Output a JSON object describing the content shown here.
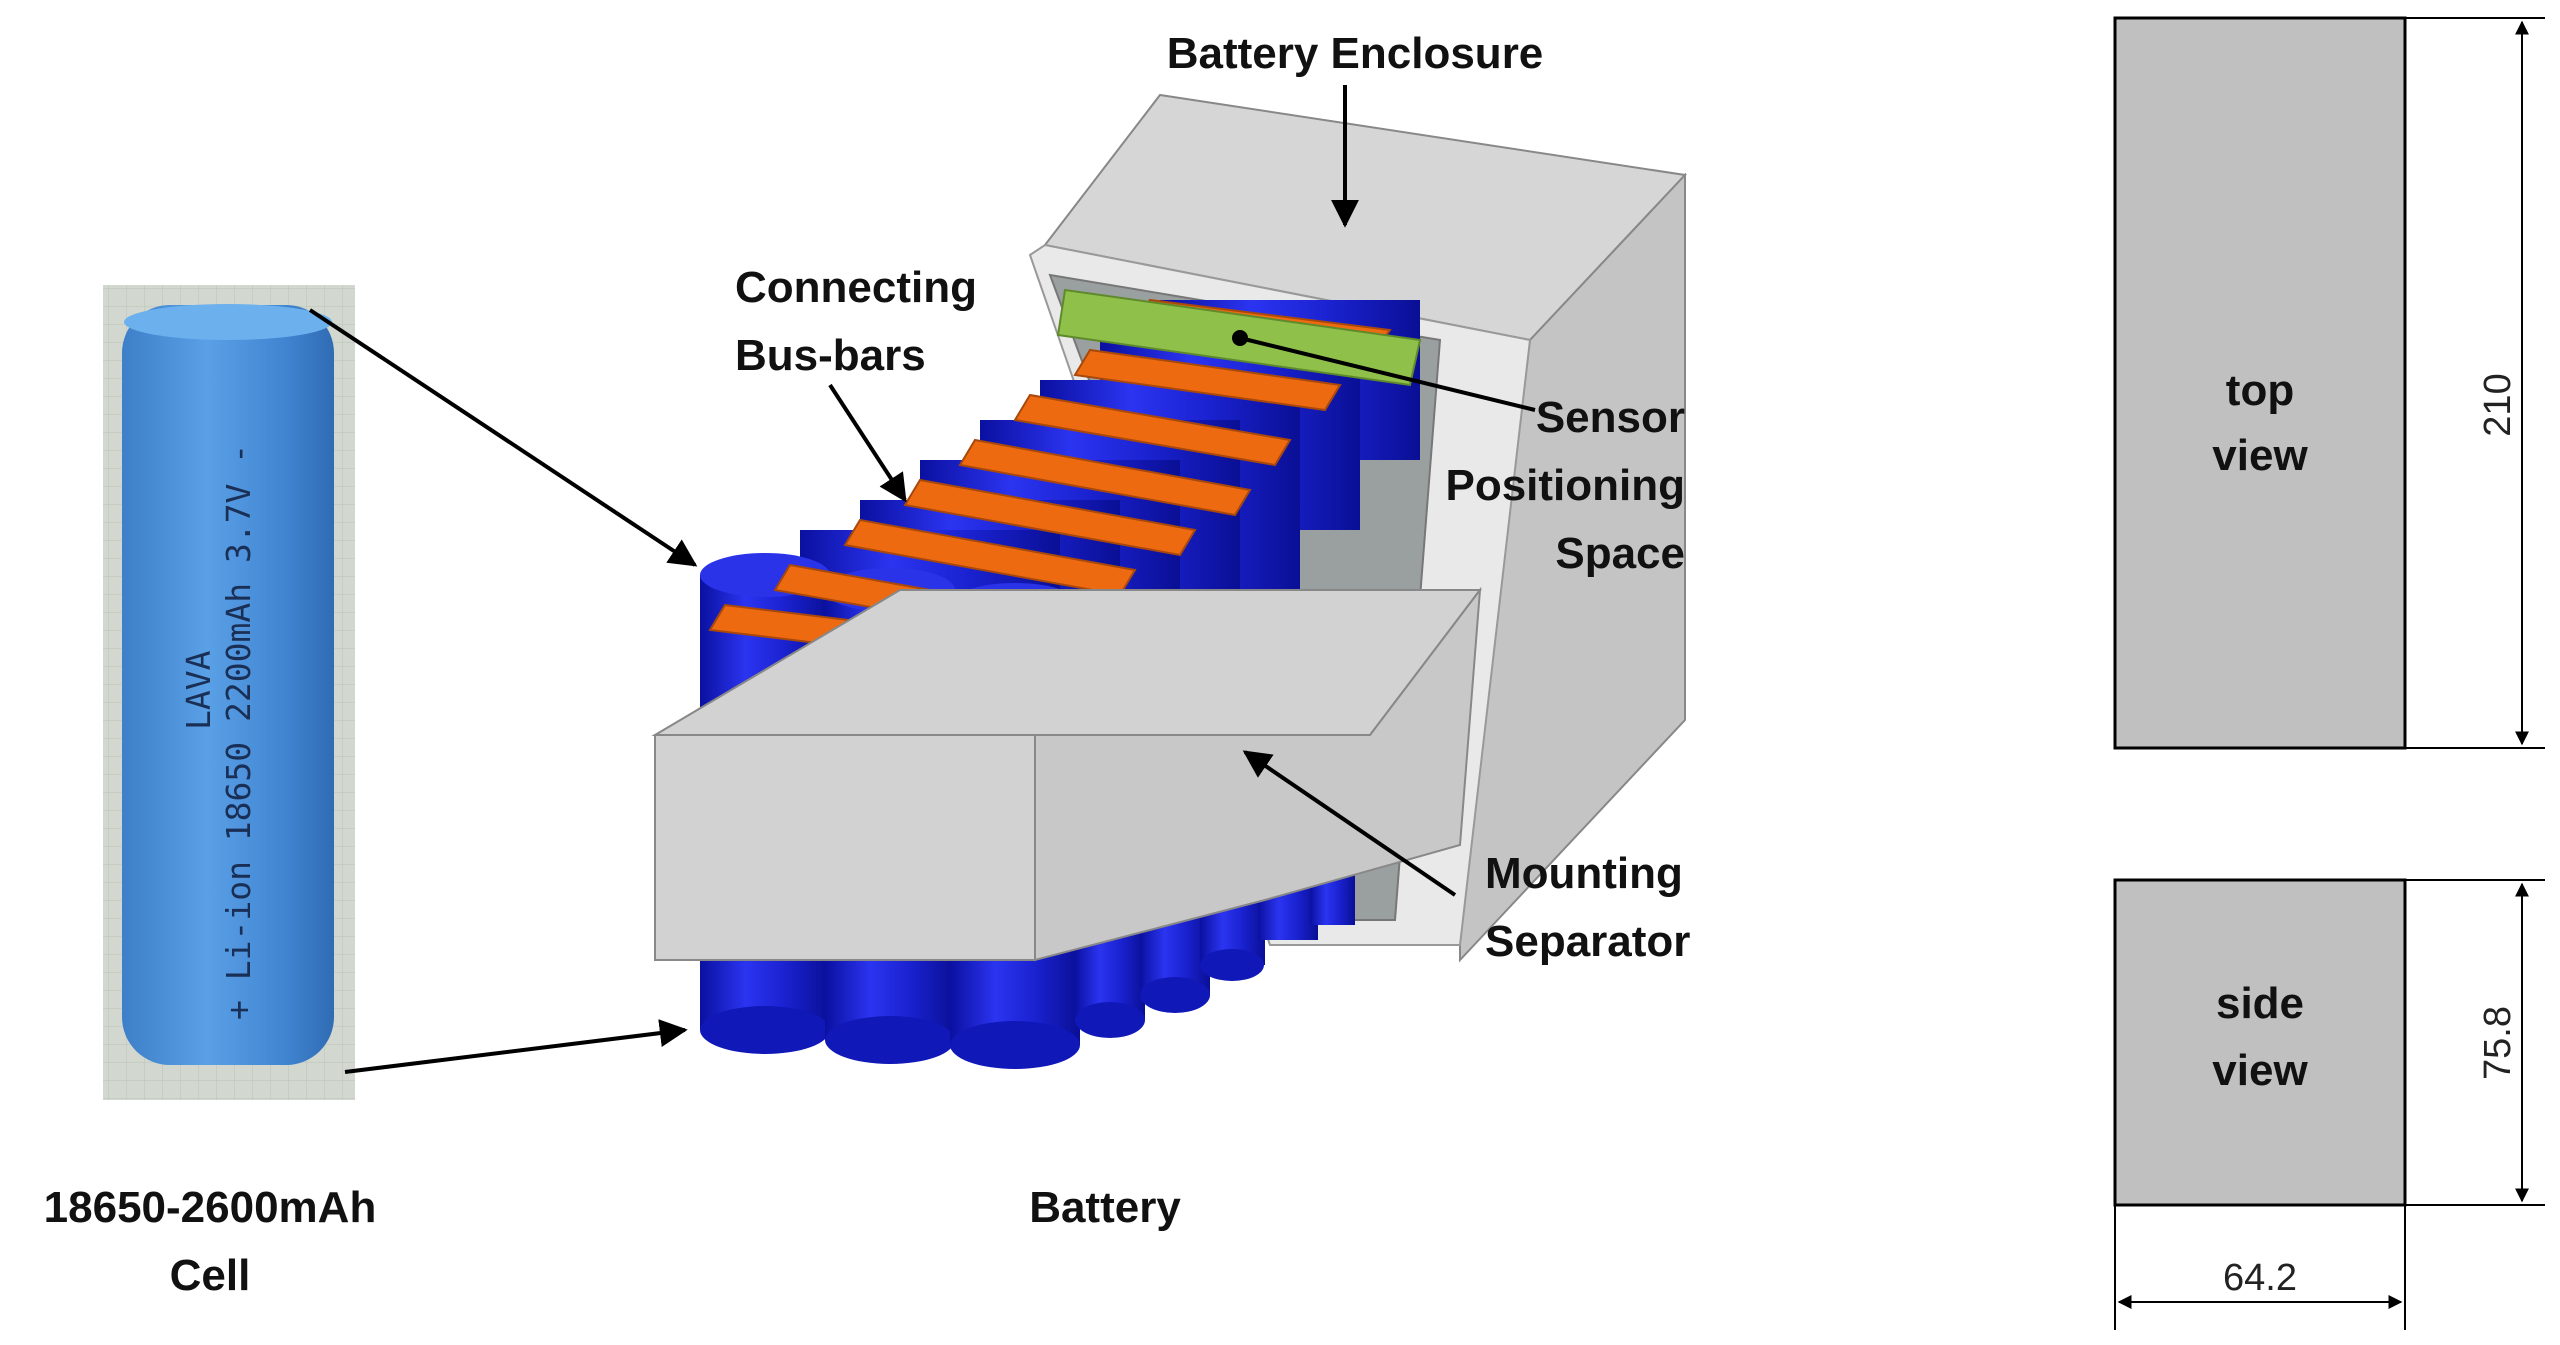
{
  "labels": {
    "battery_enclosure": "Battery Enclosure",
    "connecting_1": "Connecting",
    "connecting_2": "Bus-bars",
    "sensor_1": "Sensor",
    "sensor_2": "Positioning",
    "sensor_3": "Space",
    "mounting_1": "Mounting",
    "mounting_2": "Separator",
    "cell_caption_1": "18650-2600mAh",
    "cell_caption_2": "Cell",
    "battery_caption": "Battery"
  },
  "cell_print": {
    "brand": "LAVA",
    "line1": "+ Li-ion 18650 2200mAh 3.7V -"
  },
  "views": {
    "top": {
      "line1": "top",
      "line2": "view",
      "height": "210"
    },
    "side": {
      "line1": "side",
      "line2": "view",
      "height": "75.8"
    },
    "width": "64.2"
  },
  "colors": {
    "cell_blue": "#1520c8",
    "busbar_orange": "#ee6a10",
    "sensor_green": "#8fc04a",
    "enclosure_grey": "#d8d8d8",
    "view_grey": "#c0c0c0"
  }
}
